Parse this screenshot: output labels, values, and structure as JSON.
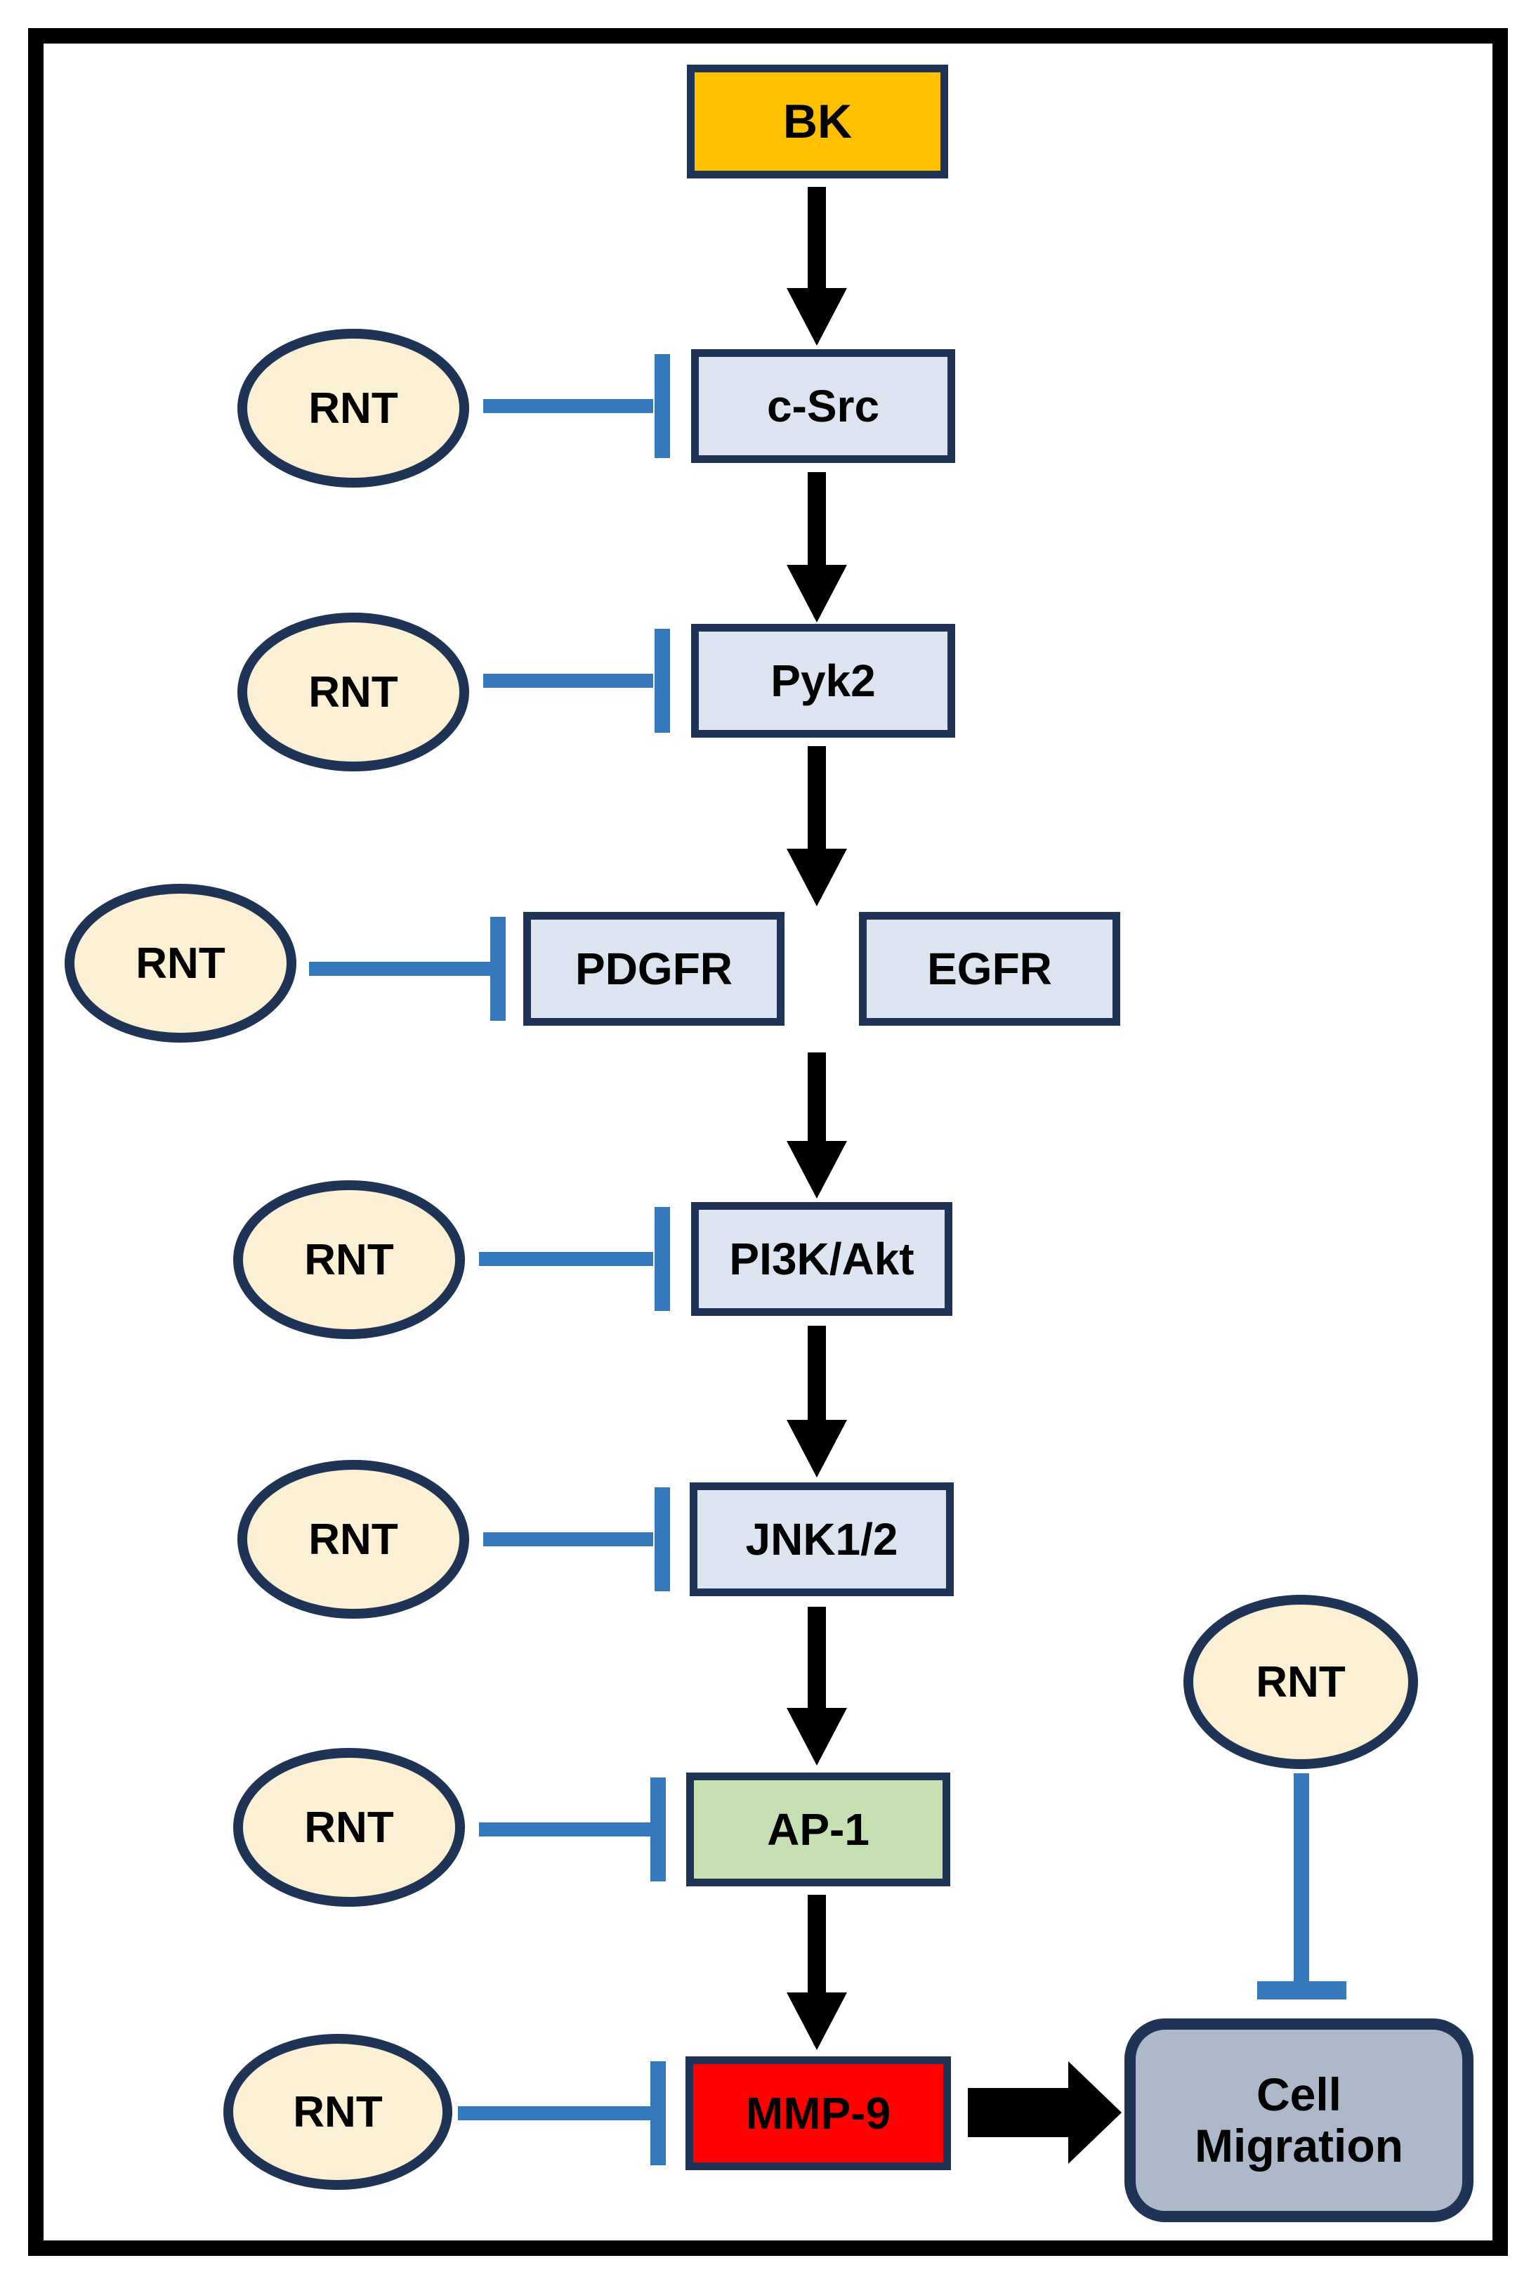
{
  "colors": {
    "stimulus_fill": "#FFC000",
    "kinase_fill": "#DCE4F2",
    "ap1_fill": "#C6E0B4",
    "mmp9_fill": "#FF0000",
    "outcome_fill": "#ADB9CA",
    "inhibitor_fill": "#FBF0D3",
    "border_navy": "#1F3357",
    "inhibit_blue": "#3579BC",
    "arrow_black": "#000000"
  },
  "inhibitor": {
    "label": "RNT",
    "count": 8
  },
  "nodes": {
    "bk": {
      "label": "BK"
    },
    "csrc": {
      "label": "c-Src"
    },
    "pyk2": {
      "label": "Pyk2"
    },
    "pdgfr": {
      "label": "PDGFR"
    },
    "egfr": {
      "label": "EGFR"
    },
    "pi3k_akt": {
      "label": "PI3K/Akt"
    },
    "jnk12": {
      "label": "JNK1/2"
    },
    "ap1": {
      "label": "AP-1"
    },
    "mmp9": {
      "label": "MMP-9"
    },
    "cell_migration": {
      "label": "Cell Migration"
    }
  },
  "activation_chain": [
    "BK",
    "c-Src",
    "Pyk2",
    "PDGFR/EGFR",
    "PI3K/Akt",
    "JNK1/2",
    "AP-1",
    "MMP-9",
    "Cell Migration"
  ],
  "inhibitions": [
    "RNT -| c-Src",
    "RNT -| Pyk2",
    "RNT -| PDGFR",
    "RNT -| PI3K/Akt",
    "RNT -| JNK1/2",
    "RNT -| AP-1",
    "RNT -| MMP-9",
    "RNT -| Cell Migration"
  ]
}
